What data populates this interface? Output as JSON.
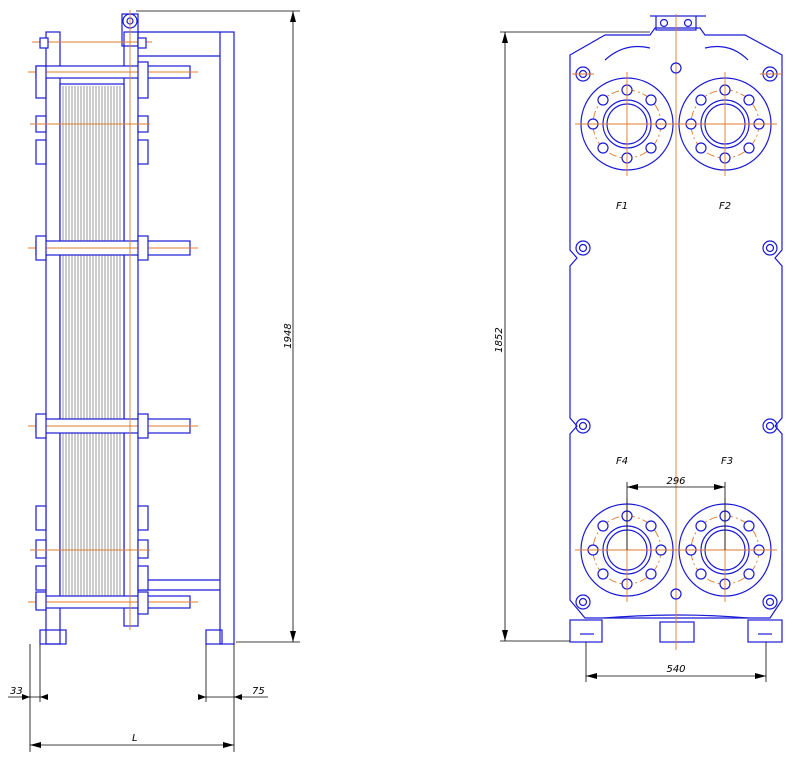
{
  "side_view": {
    "dim_height": "1948",
    "dim_left_offset": "33",
    "dim_right_offset": "75",
    "dim_length": "L"
  },
  "front_view": {
    "dim_height": "1852",
    "dim_port_spacing": "296",
    "dim_width": "540",
    "ports": [
      "F1",
      "F2",
      "F3",
      "F4"
    ]
  }
}
